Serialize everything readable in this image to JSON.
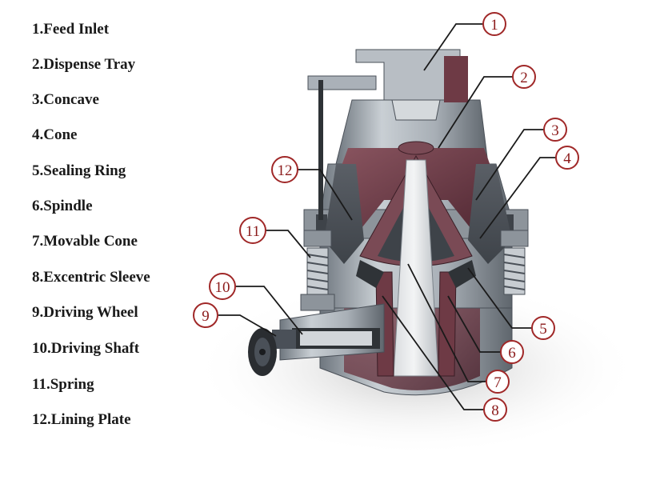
{
  "legend": {
    "items": [
      "1.Feed Inlet",
      "2.Dispense Tray",
      "3.Concave",
      "4.Cone",
      "5.Sealing Ring",
      "6.Spindle",
      "7.Movable Cone",
      "8.Excentric Sleeve",
      "9.Driving Wheel",
      "10.Driving Shaft",
      "11.Spring",
      "12.Lining Plate"
    ]
  },
  "callouts": {
    "c1": "1",
    "c2": "2",
    "c3": "3",
    "c4": "4",
    "c5": "5",
    "c6": "6",
    "c7": "7",
    "c8": "8",
    "c9": "9",
    "c10": "10",
    "c11": "11",
    "c12": "12"
  },
  "colors": {
    "callout_ring": "#a02828",
    "callout_text": "#8b1a1a",
    "maroon": "#6e3a45",
    "steel": "#9aa2aa",
    "dark_steel": "#4a5058"
  }
}
